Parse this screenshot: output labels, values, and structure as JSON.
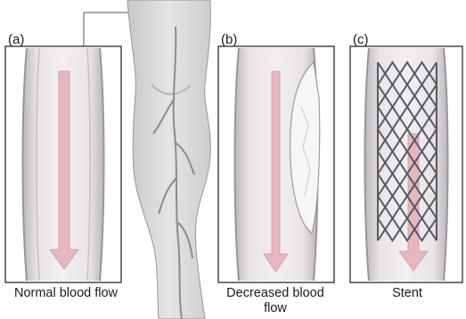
{
  "panels": [
    {
      "tag": "(a)",
      "caption": "Normal blood flow"
    },
    {
      "tag": "(b)",
      "caption_line1": "Decreased blood",
      "caption_line2": "flow"
    },
    {
      "tag": "(c)",
      "caption": "Stent"
    }
  ],
  "colors": {
    "vessel_wall": "#cfc9cc",
    "vessel_lumen": "#e3dde0",
    "flow_arrow": "#e8b7be",
    "leg_skin": "#dcdadb",
    "vein": "#8d8a8e",
    "plaque": "#f4f4f4",
    "stent_wire": "#555a66",
    "outline": "#3a3a3a"
  },
  "icons": {
    "flow_arrow": "down-arrow-icon",
    "stent": "stent-mesh-icon"
  }
}
